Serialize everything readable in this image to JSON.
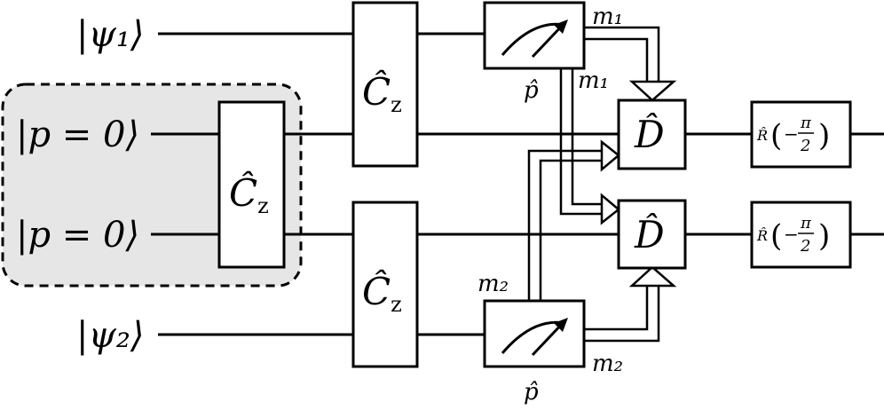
{
  "inputs": {
    "psi1": "|ψ₁⟩",
    "p0_top": "|p = 0⟩",
    "p0_bottom": "|p = 0⟩",
    "psi2": "|ψ₂⟩"
  },
  "gates": {
    "cz_symbol": "Ĉ",
    "cz_subscript": "z",
    "displacement": "D̂",
    "rotation_symbol": "R̂",
    "rotation_minus": "−",
    "rotation_pi": "π",
    "rotation_den": "2"
  },
  "measurements": {
    "operator": "p̂",
    "m1": "m₁",
    "m2": "m₂"
  }
}
